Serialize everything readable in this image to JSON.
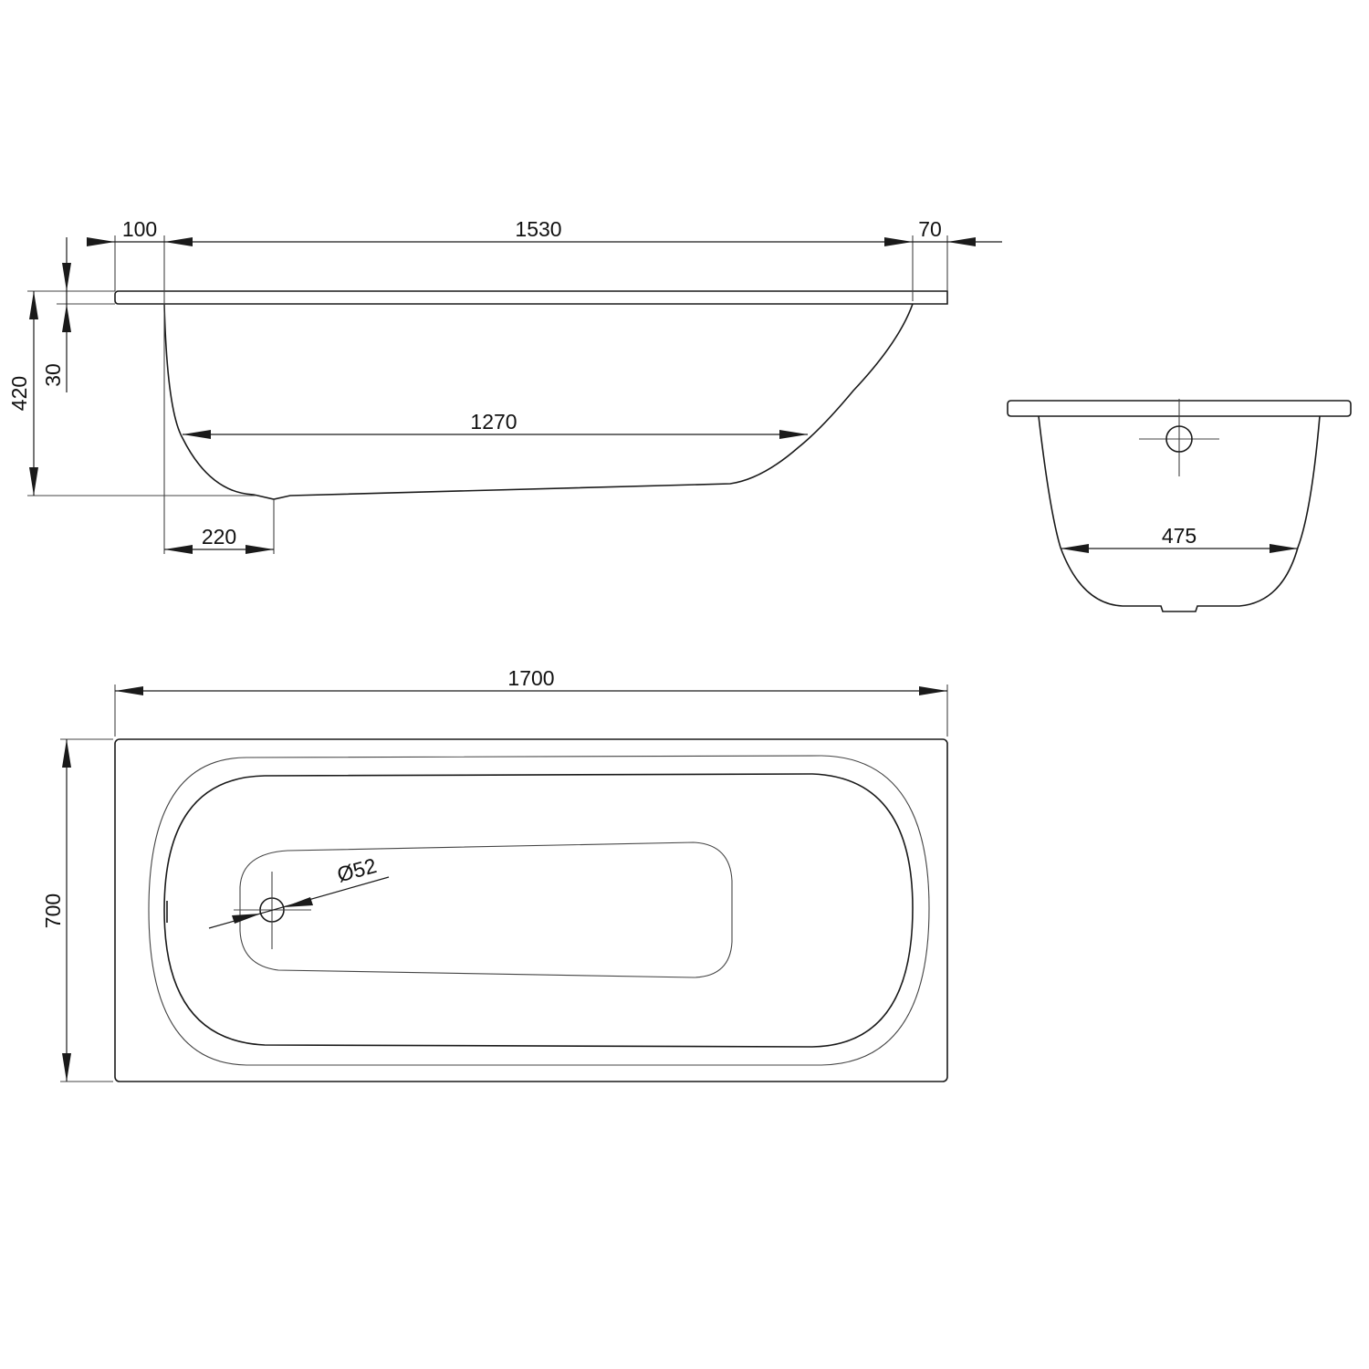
{
  "drawing": {
    "side_view": {
      "dim_rim_left": "100",
      "dim_top_length": "1530",
      "dim_rim_right": "70",
      "dim_height": "420",
      "dim_rim_thickness": "30",
      "dim_bottom_length": "1270",
      "dim_drain_offset": "220"
    },
    "end_view": {
      "dim_bottom_width": "475"
    },
    "plan_view": {
      "dim_overall_length": "1700",
      "dim_overall_width": "700",
      "dim_drain_diameter": "Ø52"
    }
  }
}
